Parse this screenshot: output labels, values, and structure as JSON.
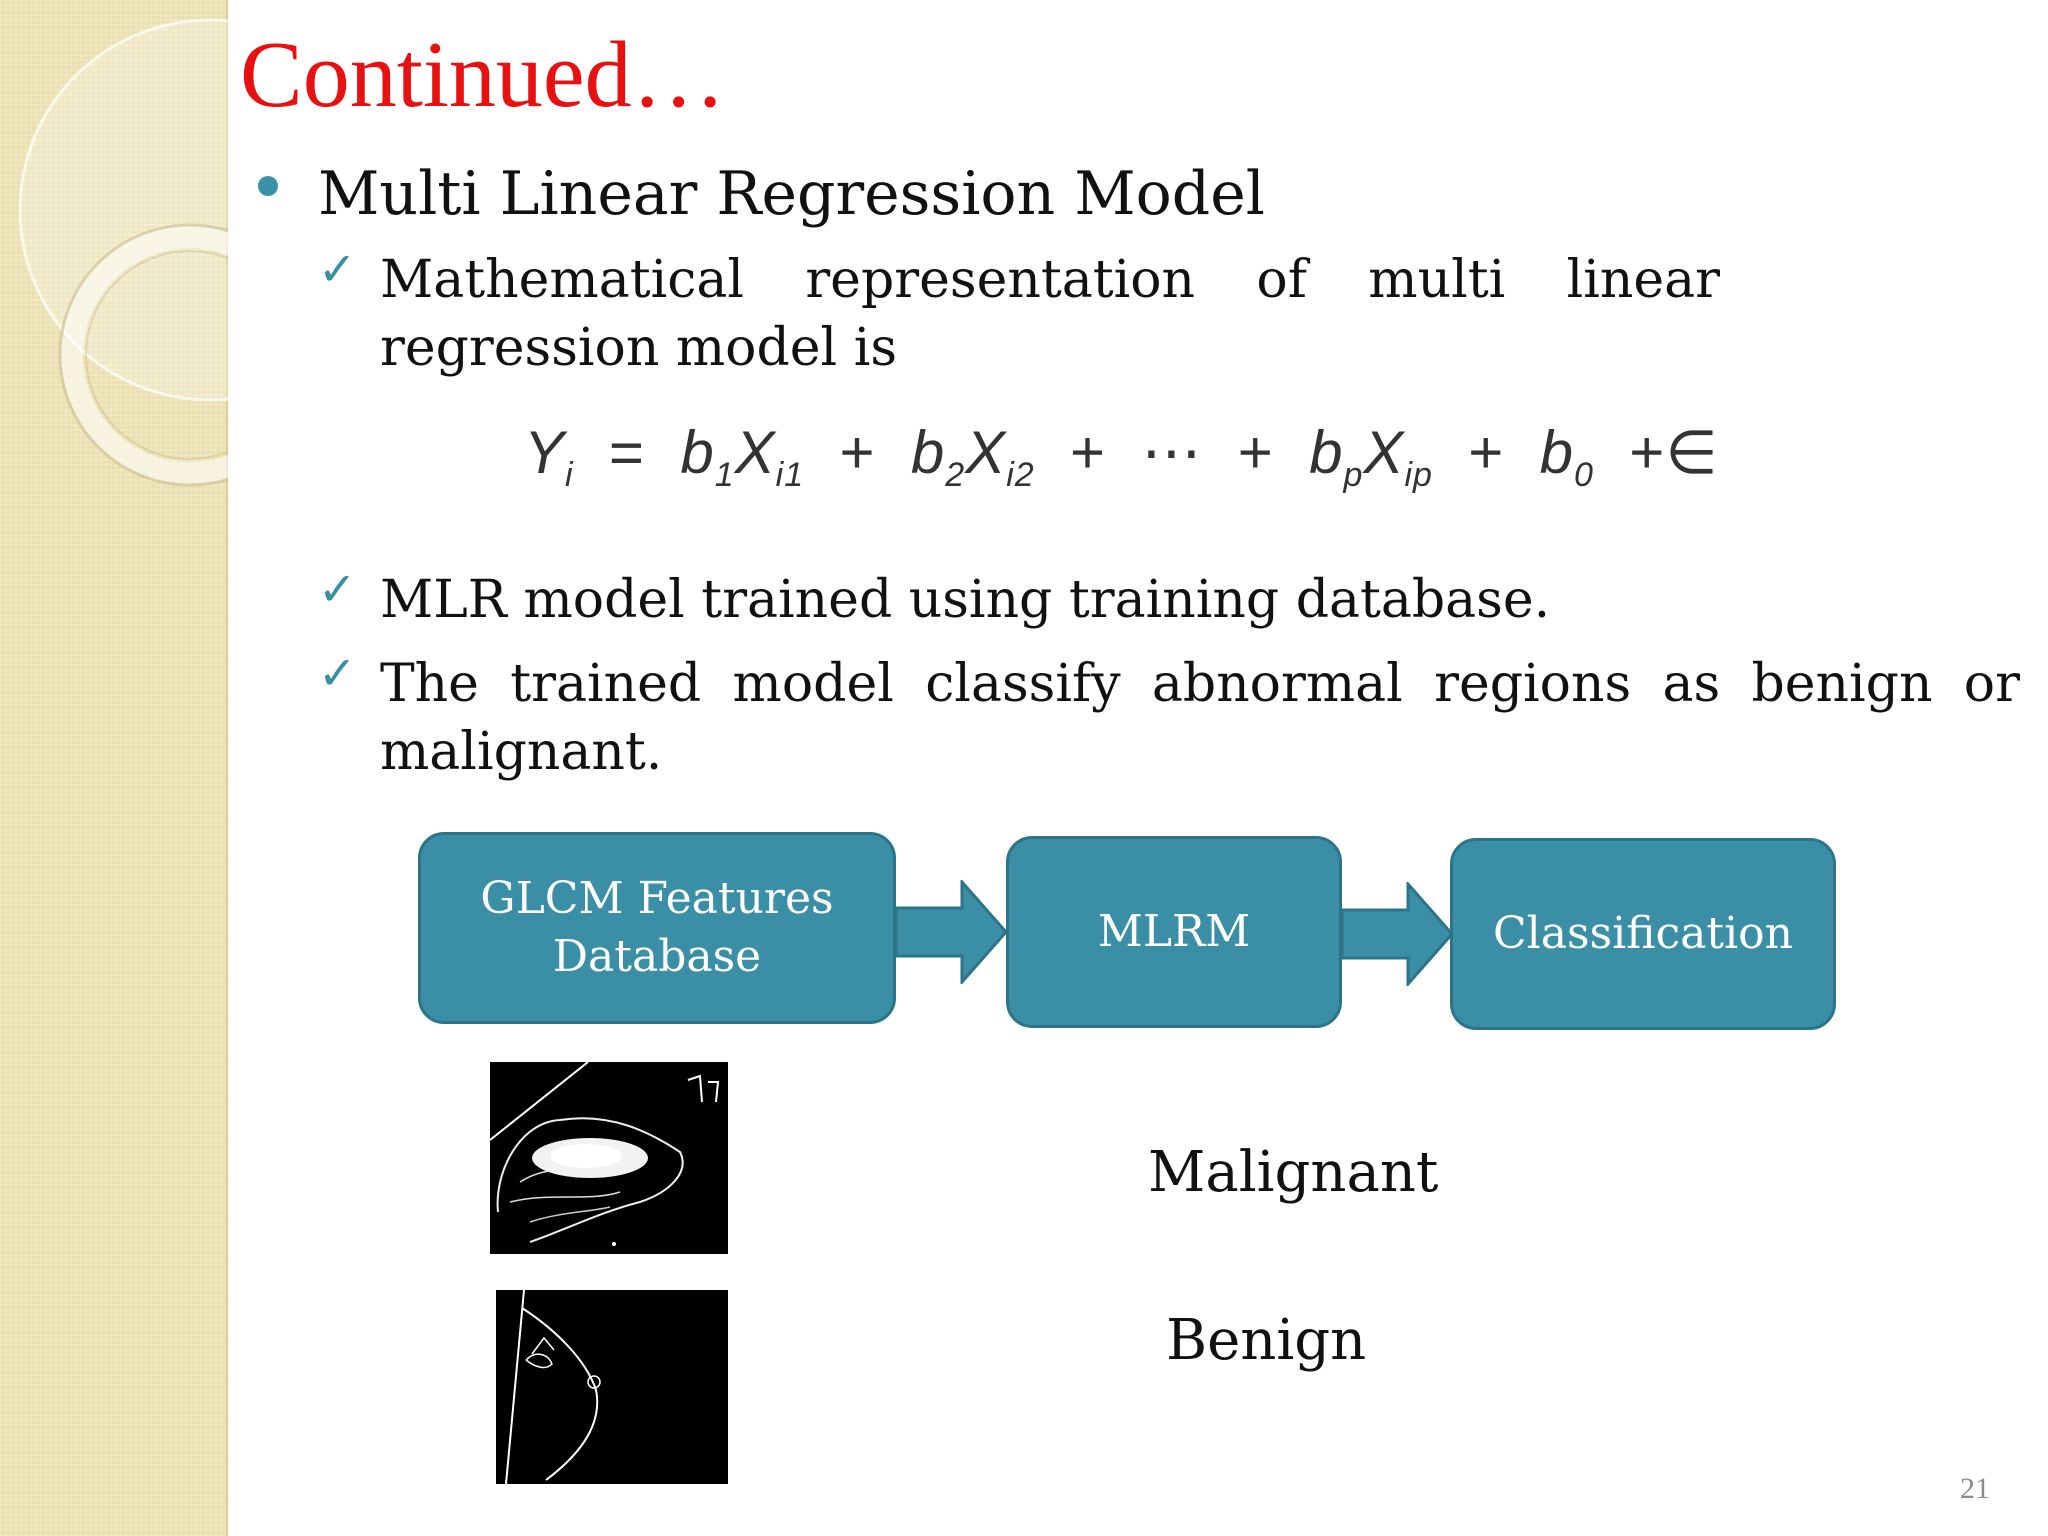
{
  "slide": {
    "title": "Continued…",
    "bullet": "Multi Linear Regression Model",
    "items": [
      {
        "line1_words": [
          "Mathematical",
          "representation",
          "of",
          "multi",
          "linear"
        ],
        "line2": "regression model is"
      },
      {
        "text": "MLR model trained using training database."
      },
      {
        "line1_words": [
          "The",
          "trained",
          "model",
          "classify",
          "abnormal",
          "regions",
          "as",
          "benign",
          "or"
        ],
        "line2": "malignant."
      }
    ],
    "equation": {
      "lhs": "Y",
      "lhs_sub": "i",
      "t1_coef": "b",
      "t1_coef_sub": "1",
      "t1_var": "X",
      "t1_var_sub": "i1",
      "t2_coef": "b",
      "t2_coef_sub": "2",
      "t2_var": "X",
      "t2_var_sub": "i2",
      "ellipsis": "⋯",
      "tp_coef": "b",
      "tp_coef_sub": "p",
      "tp_var": "X",
      "tp_var_sub": "ip",
      "b0": "b",
      "b0_sub": "0",
      "epsilon": "∈"
    },
    "flow": {
      "box1_line1": "GLCM Features",
      "box1_line2": "Database",
      "box2": "MLRM",
      "box3": "Classification",
      "box_color": "#3a8fa6"
    },
    "results": {
      "malignant": "Malignant",
      "benign": "Benign"
    },
    "page_number": "21",
    "colors": {
      "title": "#e81010",
      "accent": "#3a92a8",
      "side_band": "#eadfae"
    }
  }
}
